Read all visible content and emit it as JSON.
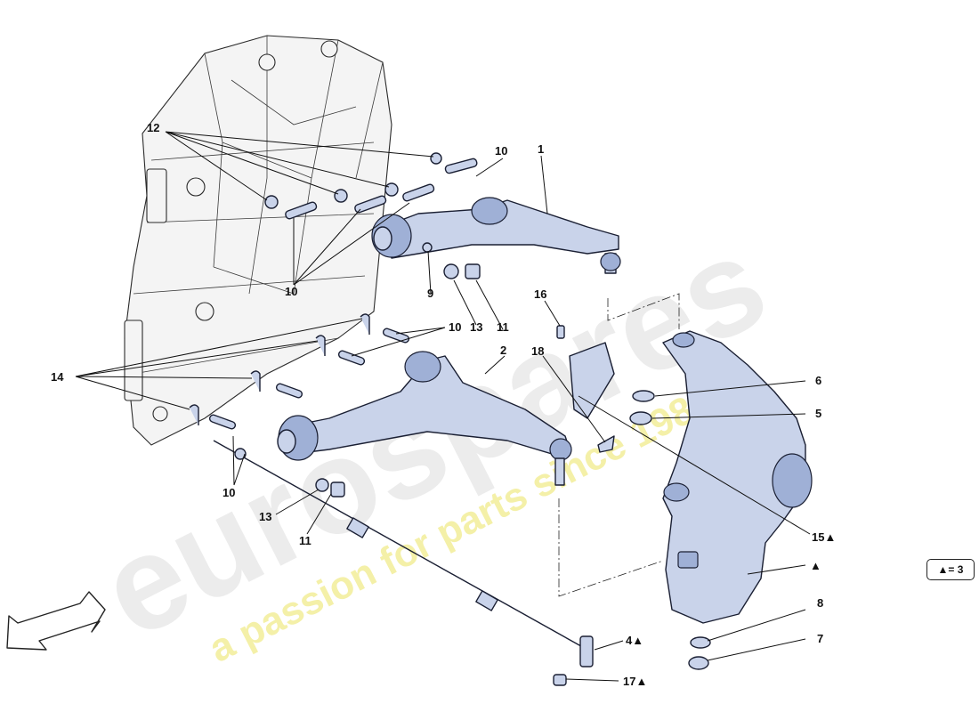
{
  "watermark": {
    "brand": "eurospares",
    "tagline": "a passion for parts since 1985"
  },
  "legend": {
    "text": "▲= 3"
  },
  "callouts": [
    {
      "id": "c1",
      "label": "1"
    },
    {
      "id": "c2",
      "label": "2"
    },
    {
      "id": "c4",
      "label": "4▲"
    },
    {
      "id": "c5",
      "label": "5"
    },
    {
      "id": "c6",
      "label": "6"
    },
    {
      "id": "c7",
      "label": "7"
    },
    {
      "id": "c8",
      "label": "8"
    },
    {
      "id": "c9",
      "label": "9"
    },
    {
      "id": "c10a",
      "label": "10"
    },
    {
      "id": "c10b",
      "label": "10"
    },
    {
      "id": "c10c",
      "label": "10"
    },
    {
      "id": "c10d",
      "label": "10"
    },
    {
      "id": "c11a",
      "label": "11"
    },
    {
      "id": "c11b",
      "label": "11"
    },
    {
      "id": "c12",
      "label": "12"
    },
    {
      "id": "c13a",
      "label": "13"
    },
    {
      "id": "c13b",
      "label": "13"
    },
    {
      "id": "c14",
      "label": "14"
    },
    {
      "id": "c15",
      "label": "15▲"
    },
    {
      "id": "c16",
      "label": "16"
    },
    {
      "id": "c17",
      "label": "17▲"
    },
    {
      "id": "c18",
      "label": "18"
    },
    {
      "id": "ctri",
      "label": "▲"
    }
  ],
  "colors": {
    "part_fill": "#c9d3ea",
    "part_stroke": "#1a1f33",
    "watermark_gray": "#e6e6e6",
    "watermark_yellow": "#f3f0a0"
  }
}
